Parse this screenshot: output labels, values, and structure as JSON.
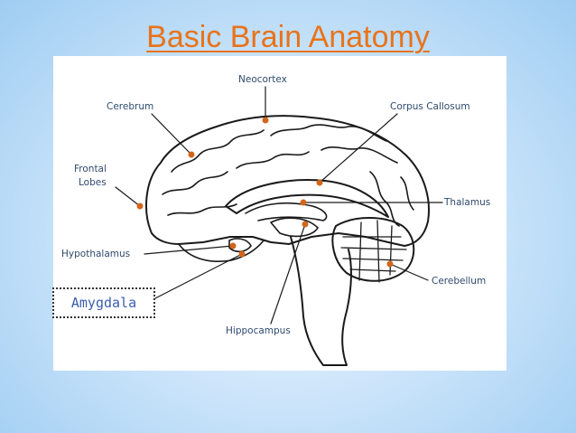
{
  "title": "Basic Brain Anatomy",
  "labels": {
    "neocortex": "Neocortex",
    "cerebrum": "Cerebrum",
    "corpus_callosum": "Corpus Callosum",
    "frontal_lobes_1": "Frontal",
    "frontal_lobes_2": "Lobes",
    "thalamus": "Thalamus",
    "hypothalamus": "Hypothalamus",
    "cerebellum": "Cerebellum",
    "hippocampus": "Hippocampus"
  },
  "callout": "Amygdala",
  "colors": {
    "title": "#e8731a",
    "marker": "#d2651c",
    "label": "#2f4a6d",
    "callout_text": "#3b5db0"
  }
}
